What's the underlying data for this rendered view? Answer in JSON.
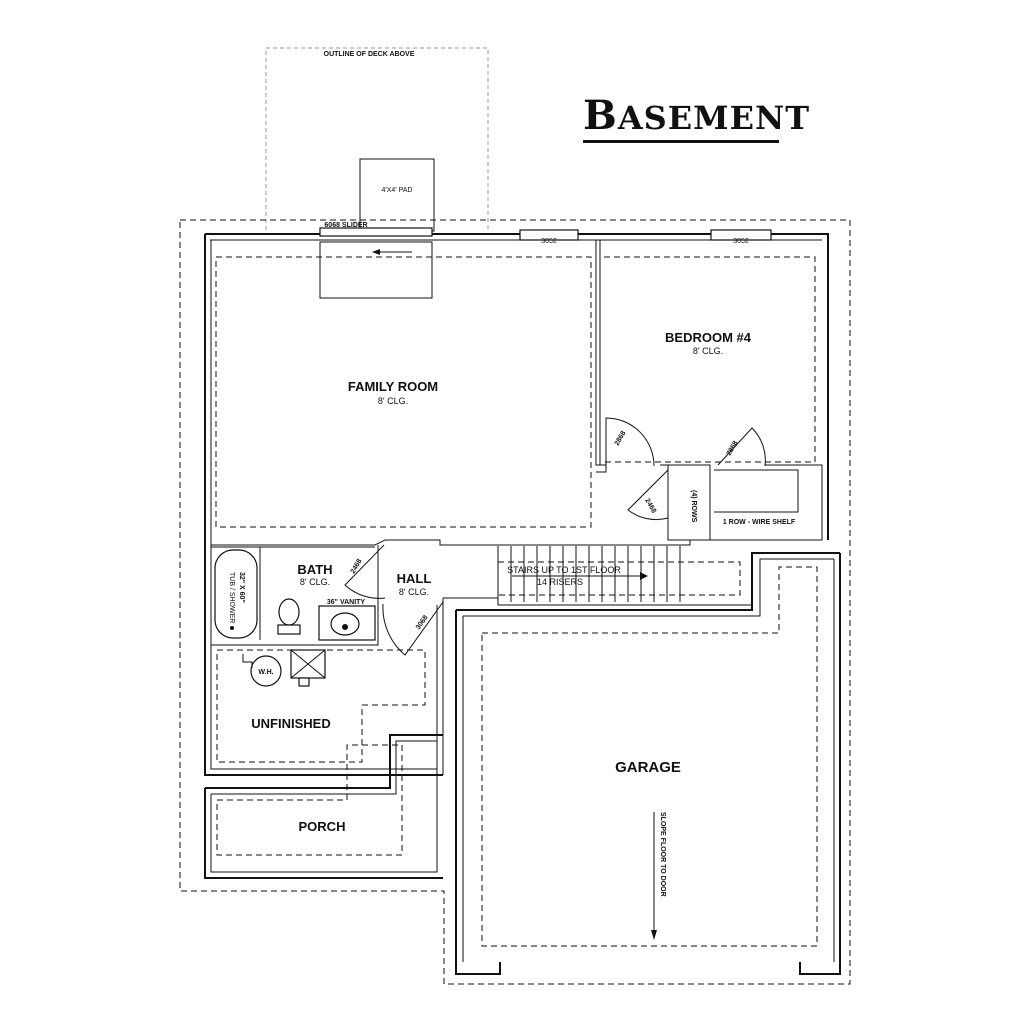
{
  "title": {
    "first": "B",
    "rest": "ASEMENT"
  },
  "labels": {
    "deck_outline": "OUTLINE OF DECK ABOVE",
    "pad": "4'X4' PAD",
    "slider": "6068 SLIDER",
    "window_1": "3052",
    "window_2": "3052",
    "family_room": "FAMILY ROOM",
    "family_room_clg": "8' CLG.",
    "bedroom": "BEDROOM #4",
    "bedroom_clg": "8' CLG.",
    "door_2868_a": "2868",
    "door_2868_b": "2868",
    "door_2468_a": "2468",
    "door_2468_b": "2468",
    "door_3068": "3068",
    "rows": "(4) ROWS",
    "wire_shelf": "1 ROW - WIRE SHELF",
    "bath": "BATH",
    "bath_clg": "8' CLG.",
    "tub": "32\" X 60\"",
    "tub_sub": "TUB / SHOWER",
    "vanity": "36\" VANITY",
    "hall": "HALL",
    "hall_clg": "8' CLG.",
    "stairs": "STAIRS UP TO 1ST FLOOR",
    "risers": "14 RISERS",
    "water_heater": "W.H.",
    "unfinished": "UNFINISHED",
    "porch": "PORCH",
    "garage": "GARAGE",
    "slope": "SLOPE FLOOR TO DOOR"
  }
}
